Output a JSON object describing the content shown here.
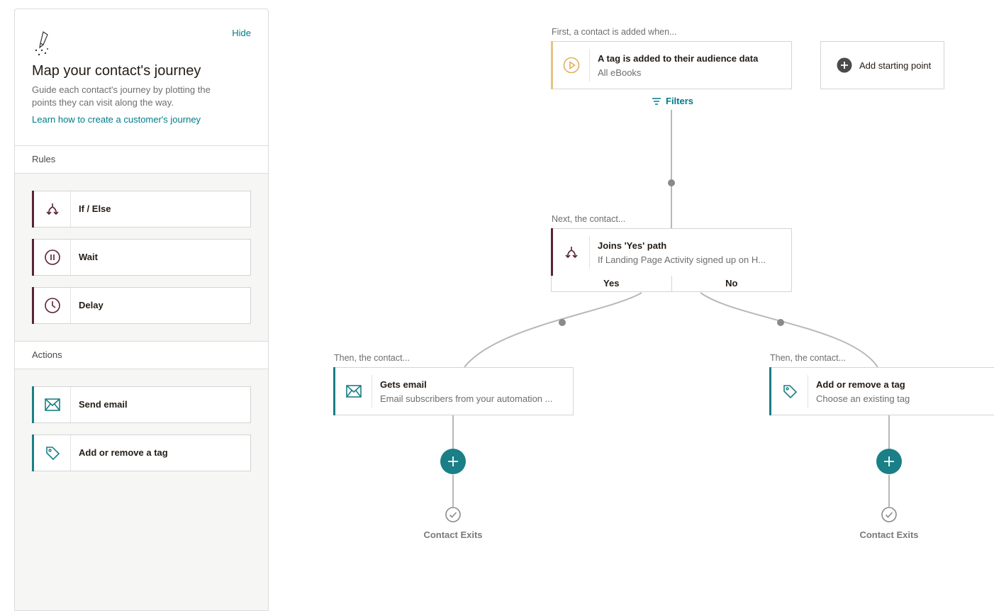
{
  "sidebar": {
    "hide_label": "Hide",
    "title": "Map your contact's journey",
    "description": "Guide each contact's journey by plotting the points they can visit along the way.",
    "learn_link": "Learn how to create a customer's journey",
    "rules_heading": "Rules",
    "rules": [
      {
        "label": "If / Else",
        "icon": "branch-icon"
      },
      {
        "label": "Wait",
        "icon": "pause-icon"
      },
      {
        "label": "Delay",
        "icon": "clock-icon"
      }
    ],
    "actions_heading": "Actions",
    "actions": [
      {
        "label": "Send email",
        "icon": "envelope-icon"
      },
      {
        "label": "Add or remove a tag",
        "icon": "tag-icon"
      }
    ]
  },
  "canvas": {
    "start_caption": "First, a contact is added when...",
    "trigger": {
      "title": "A tag is added to their audience data",
      "subtitle": "All eBooks",
      "icon": "play-icon"
    },
    "filters_label": "Filters",
    "add_starting_point": "Add starting point",
    "next_caption": "Next, the contact...",
    "branch": {
      "title": "Joins 'Yes' path",
      "subtitle": "If Landing Page Activity signed up on H...",
      "yes_label": "Yes",
      "no_label": "No"
    },
    "left": {
      "caption": "Then, the contact...",
      "title": "Gets email",
      "subtitle": "Email subscribers from your automation ...",
      "exit_label": "Contact Exits"
    },
    "right": {
      "caption": "Then, the contact...",
      "title": "Add or remove a tag",
      "subtitle": "Choose an existing tag",
      "exit_label": "Contact Exits"
    }
  },
  "colors": {
    "teal": "#007c89",
    "plus_button": "#1a7f86",
    "rule_bar": "#5a2332",
    "action_bar": "#1a7f86",
    "trigger_bar": "#e8c381"
  }
}
